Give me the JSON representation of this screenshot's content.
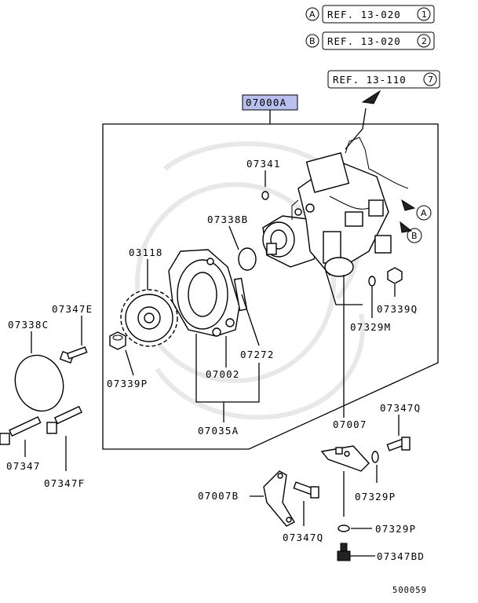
{
  "refs": [
    {
      "circle": "A",
      "text": "REF. 13-020",
      "num": "1"
    },
    {
      "circle": "B",
      "text": "REF. 13-020",
      "num": "2"
    },
    {
      "text": "REF. 13-110",
      "num": "7"
    }
  ],
  "assembly_label": "07000A",
  "assembly_color": "#b9c0ee",
  "parts": {
    "p07341": "07341",
    "p07338B": "07338B",
    "p03118": "03118",
    "p07347E": "07347E",
    "p07338C": "07338C",
    "p07339P_left": "07339P",
    "p07002": "07002",
    "p07272": "07272",
    "p07035A": "07035A",
    "p07339Q": "07339Q",
    "p07329M": "07329M",
    "p07347Q_right": "07347Q",
    "p07007": "07007",
    "p07329P_upper": "07329P",
    "p07007B": "07007B",
    "p07347Q_bottom": "07347Q",
    "p07329P_lower": "07329P",
    "p07347BD": "07347BD",
    "p07347": "07347",
    "p07347F": "07347F"
  },
  "callouts": {
    "a": "A",
    "b": "B"
  },
  "diagram_code": "500059"
}
